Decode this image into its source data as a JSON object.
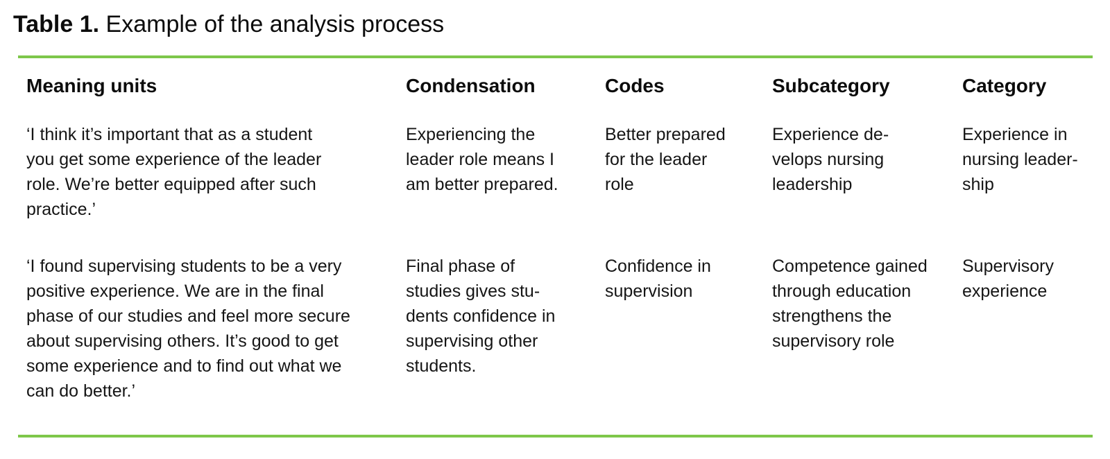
{
  "accent_color": "#7ec74a",
  "title": {
    "label": "Table 1.",
    "text": " Example of the analysis process"
  },
  "table": {
    "columns": [
      "Meaning units",
      "Condensation",
      "Codes",
      "Subcategory",
      "Category"
    ],
    "rows": [
      {
        "meaning_units": "‘I think it’s important that as a student\nyou get some experience of the leader\nrole. We’re better equipped after such\npractice.’",
        "condensation": "Experiencing the\nleader role means I\nam better prepared.",
        "codes": "Better prepared\nfor the leader\nrole",
        "subcategory": "Experience de-\nvelops nursing\nleadership",
        "category": "Experience in\nnursing leader-\nship"
      },
      {
        "meaning_units": "‘I found supervising students to be a very\npositive experience. We are in the final\nphase of our studies and feel more secure\nabout supervising others. It’s good to get\nsome experience and to find out what we\ncan do better.’",
        "condensation": "Final phase of\nstudies gives stu-\ndents confidence in\nsupervising other\nstudents.",
        "codes": "Confidence in\nsupervision",
        "subcategory": "Competence gained\nthrough education\nstrengthens the\nsupervisory role",
        "category": "Supervisory\nexperience"
      }
    ]
  }
}
